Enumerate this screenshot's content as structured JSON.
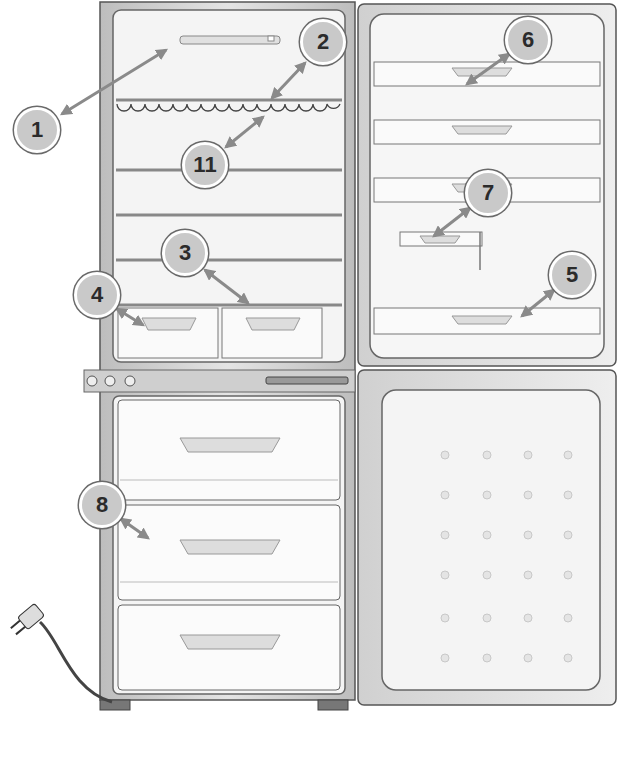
{
  "diagram": {
    "labels": [
      "2",
      "6",
      "1",
      "11",
      "7",
      "3",
      "5",
      "4",
      "8"
    ]
  }
}
